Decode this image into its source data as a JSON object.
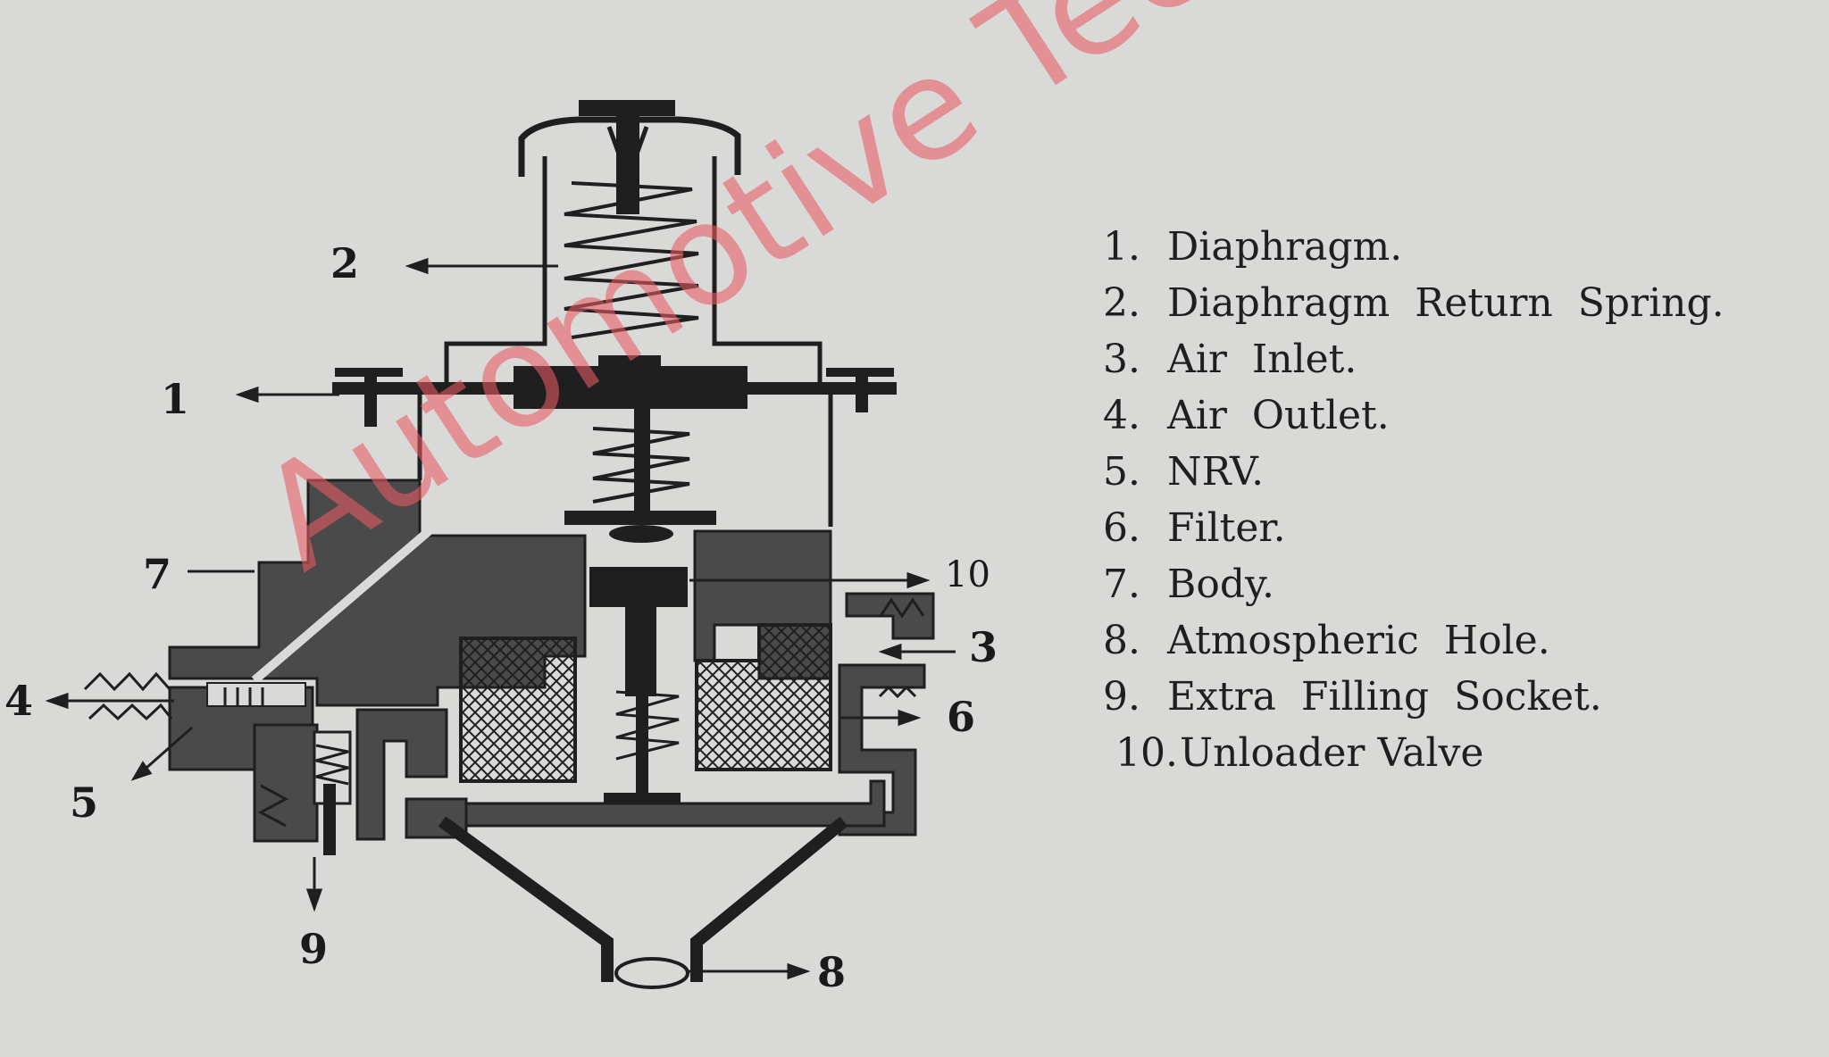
{
  "diagram": {
    "callouts": [
      "1",
      "2",
      "3",
      "4",
      "5",
      "6",
      "7",
      "8",
      "9",
      "10"
    ],
    "legend": [
      {
        "num": "1.",
        "text": "Diaphragm."
      },
      {
        "num": "2.",
        "text": "Diaphragm  Return  Spring."
      },
      {
        "num": "3.",
        "text": "Air  Inlet."
      },
      {
        "num": "4.",
        "text": "Air  Outlet."
      },
      {
        "num": "5.",
        "text": "NRV."
      },
      {
        "num": "6.",
        "text": "Filter."
      },
      {
        "num": "7.",
        "text": "Body."
      },
      {
        "num": "8.",
        "text": "Atmospheric  Hole."
      },
      {
        "num": "9.",
        "text": "Extra  Filling  Socket."
      },
      {
        "num": "10.",
        "text": "Unloader Valve"
      }
    ]
  },
  "watermark": {
    "text": "Automotive Technology",
    "color": "#e85c62"
  },
  "colors": {
    "ink": "#1f1f1f",
    "body_fill": "#4a4a4a",
    "paper": "#d9d9d7"
  }
}
